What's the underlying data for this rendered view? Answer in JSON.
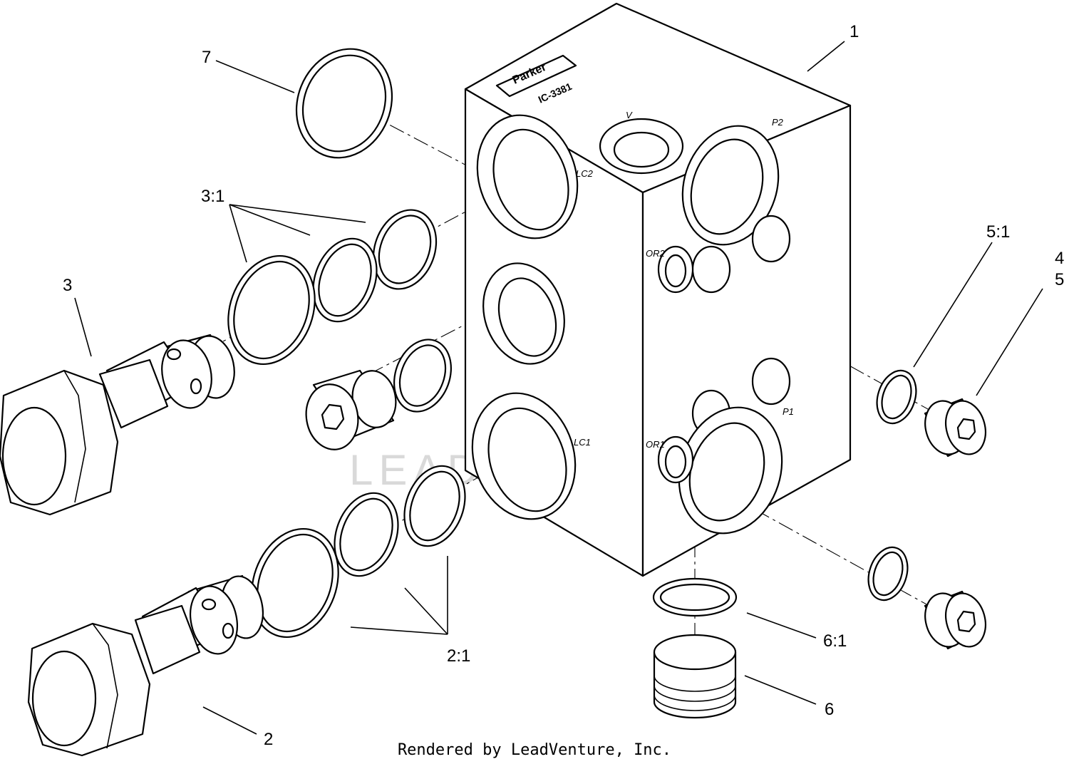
{
  "manifold": {
    "brand": "Parker",
    "model": "IC-3381"
  },
  "ports": {
    "v": "V",
    "p2": "P2",
    "lc2": "LC2",
    "or2": "OR2",
    "lc1": "LC1",
    "or1": "OR1",
    "p1": "P1"
  },
  "callouts": {
    "c1": "1",
    "c7": "7",
    "c3_1": "3:1",
    "c3": "3",
    "c5_1": "5:1",
    "c4": "4",
    "c5": "5",
    "c2_1": "2:1",
    "c2": "2",
    "c6_1": "6:1",
    "c6": "6"
  },
  "watermark": "LEADVENTURE",
  "footer": "Rendered by LeadVenture, Inc."
}
